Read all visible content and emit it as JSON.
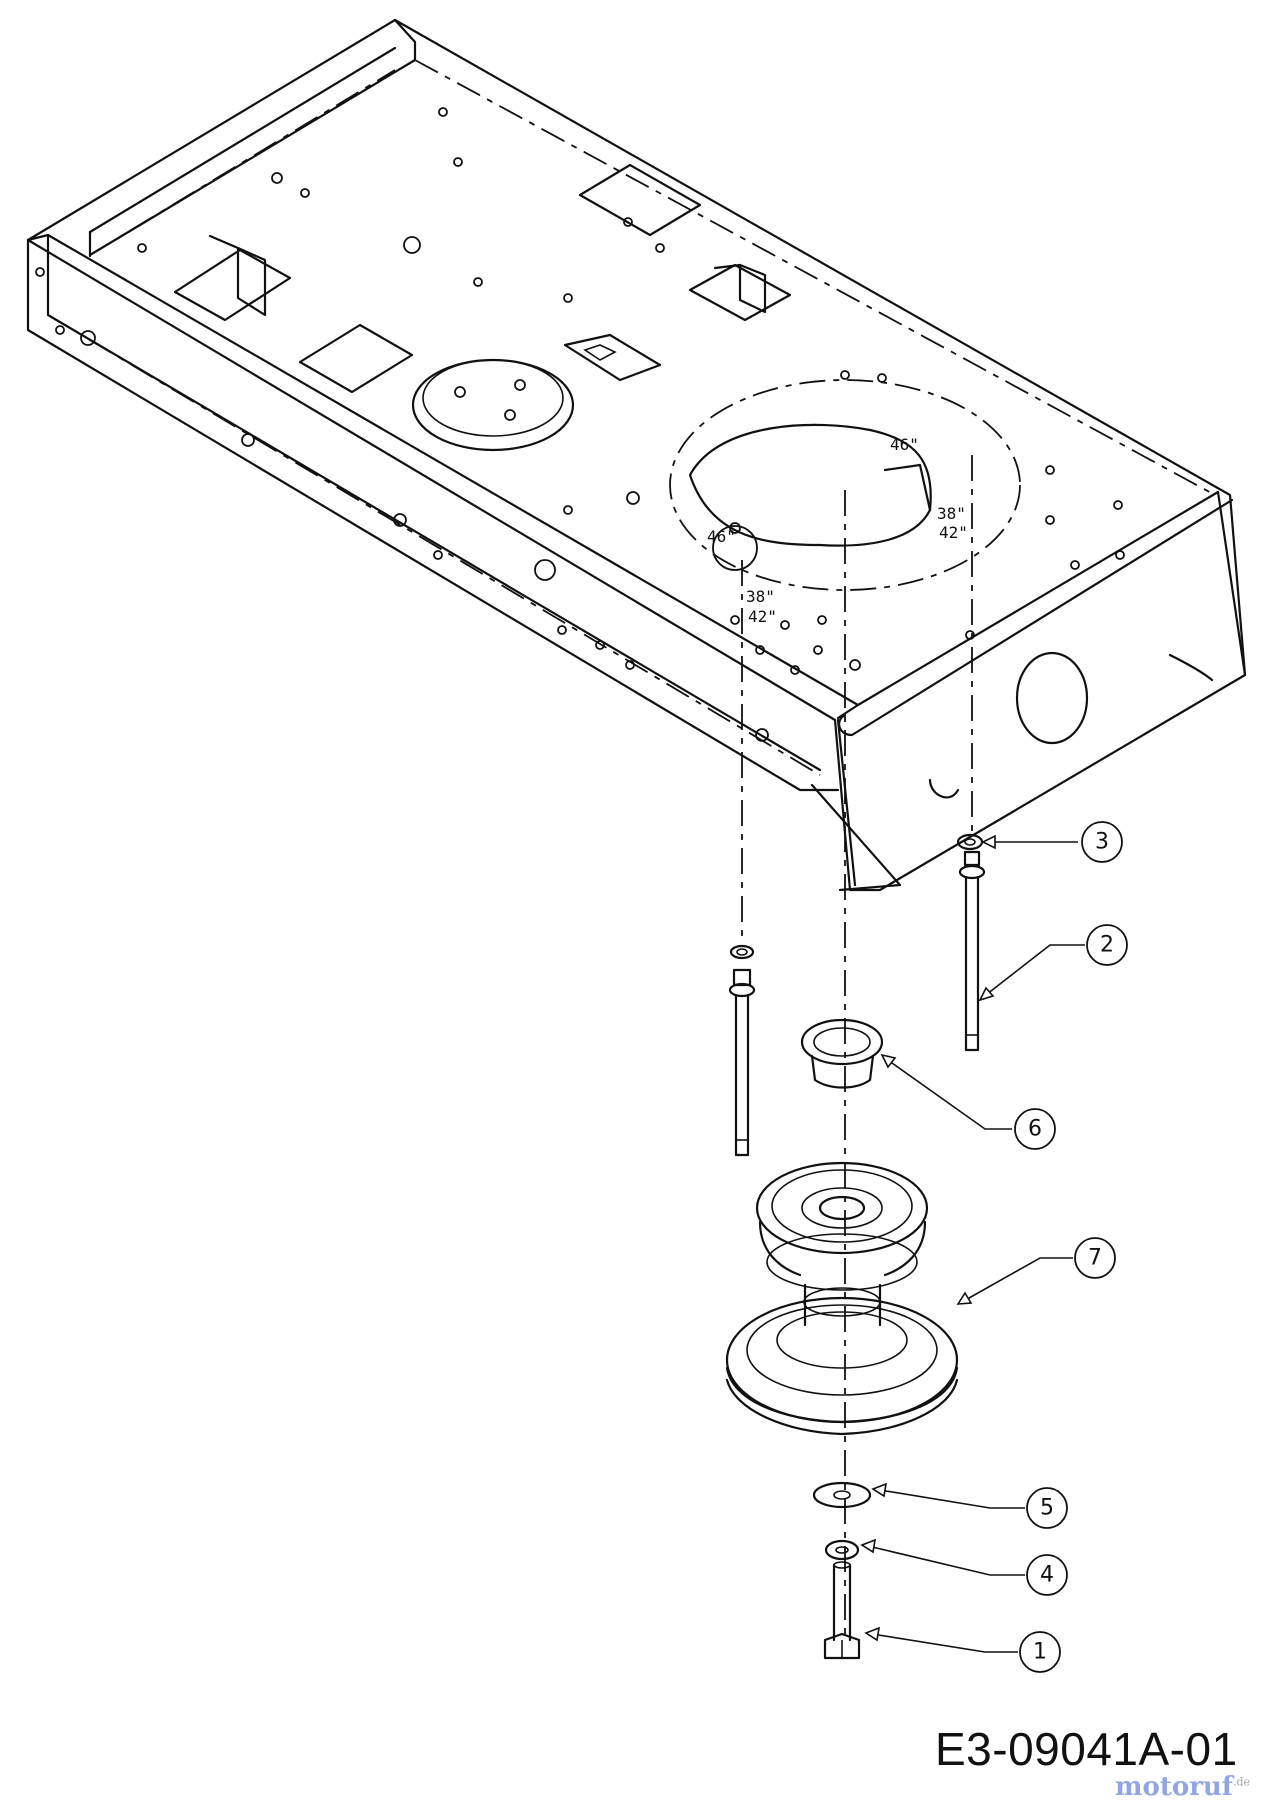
{
  "drawing": {
    "code": "E3-09041A-01",
    "watermark": "motoruf",
    "watermark_suffix": ".de"
  },
  "dimension_labels": {
    "left_upper": "46\"",
    "left_lower_1": "38\"",
    "left_lower_2": "42\"",
    "right_upper": "46\"",
    "right_lower_1": "38\"",
    "right_lower_2": "42\""
  },
  "callouts": [
    {
      "id": "callout-1",
      "number": "1",
      "part": "bolt"
    },
    {
      "id": "callout-2",
      "number": "2",
      "part": "shoulder-shaft"
    },
    {
      "id": "callout-3",
      "number": "3",
      "part": "lock-washer-upper"
    },
    {
      "id": "callout-4",
      "number": "4",
      "part": "lock-washer"
    },
    {
      "id": "callout-5",
      "number": "5",
      "part": "flat-washer"
    },
    {
      "id": "callout-6",
      "number": "6",
      "part": "bushing"
    },
    {
      "id": "callout-7",
      "number": "7",
      "part": "double-pulley"
    }
  ],
  "colors": {
    "line": "#111111",
    "background": "#ffffff",
    "watermark": "#3a5fcf"
  }
}
